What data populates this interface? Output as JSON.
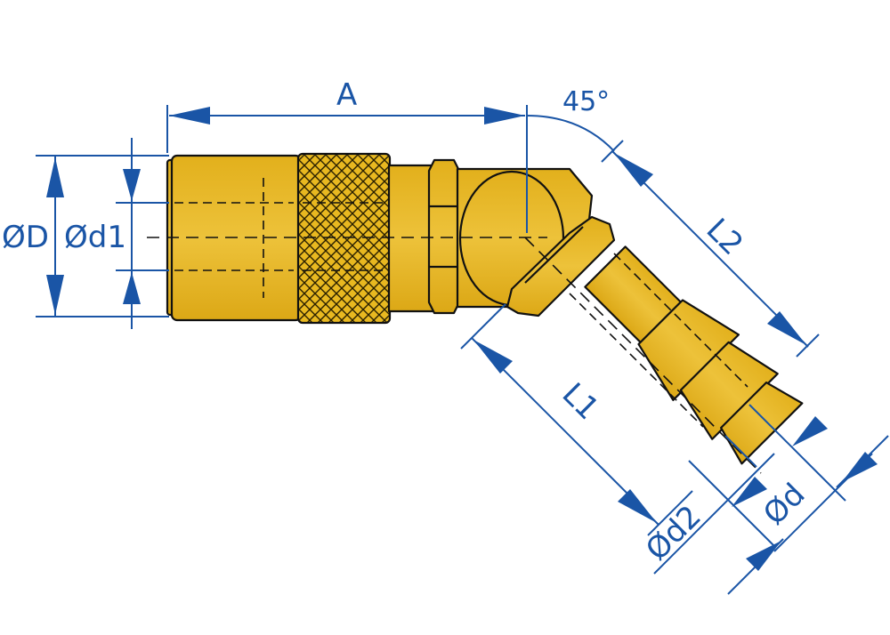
{
  "labels": {
    "A": "A",
    "angle": "45°",
    "D": "ØD",
    "d1": "Ød1",
    "L2": "L2",
    "L1": "L1",
    "d2": "Ød2",
    "d": "Ød"
  },
  "colors": {
    "dimension": "#1a55a6",
    "body_fill": "#e8b820",
    "outline": "#111111"
  }
}
